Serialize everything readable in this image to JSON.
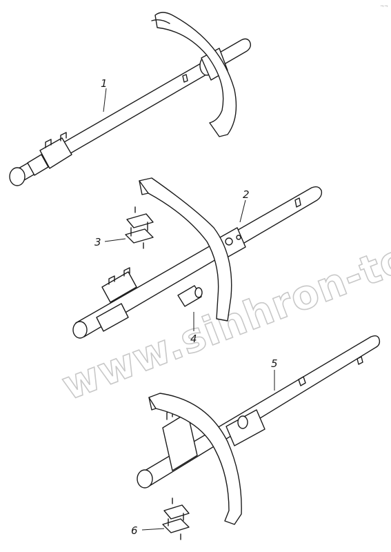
{
  "watermark": "www.sinhron-too.kz",
  "corner_mark": "¬¬",
  "callouts": [
    {
      "id": "callout-1",
      "label": "1"
    },
    {
      "id": "callout-2",
      "label": "2"
    },
    {
      "id": "callout-3",
      "label": "3"
    },
    {
      "id": "callout-4",
      "label": "4"
    },
    {
      "id": "callout-5",
      "label": "5"
    },
    {
      "id": "callout-6",
      "label": "6"
    }
  ]
}
